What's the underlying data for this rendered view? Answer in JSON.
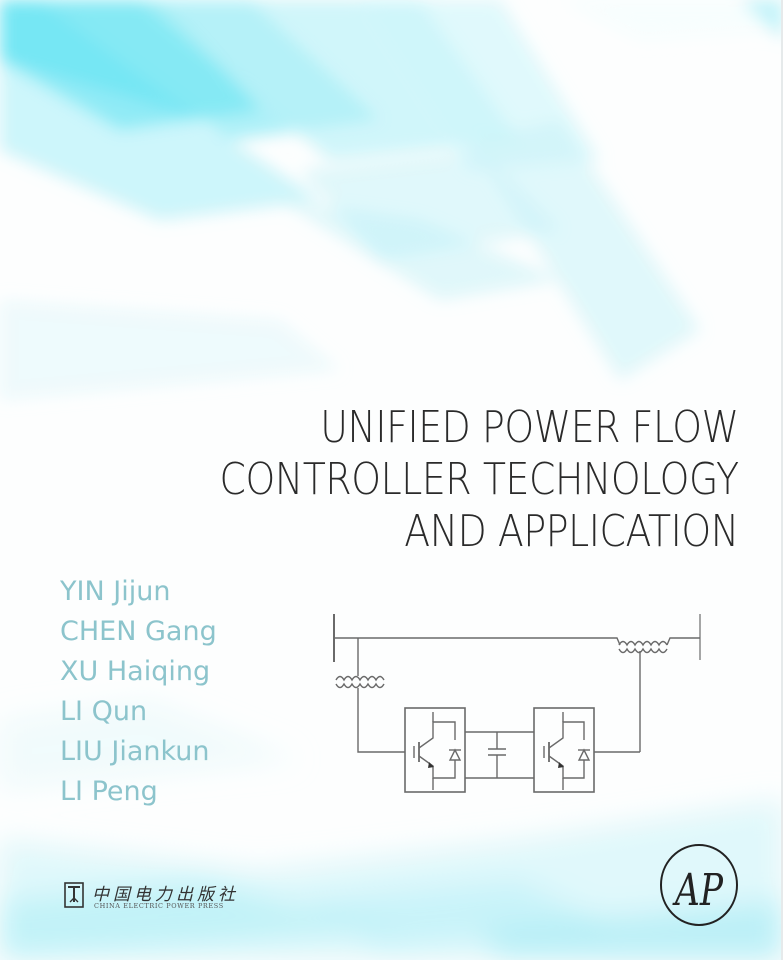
{
  "cover": {
    "title_lines": [
      "UNIFIED POWER FLOW",
      "CONTROLLER TECHNOLOGY",
      "AND APPLICATION"
    ],
    "authors": [
      "YIN Jijun",
      "CHEN Gang",
      "XU Haiqing",
      "LI Qun",
      "LIU Jiankun",
      "LI Peng"
    ],
    "publisher": {
      "name_cn": "中国电力出版社",
      "name_en": "CHINA ELECTRIC POWER PRESS"
    },
    "imprint_logo": {
      "letters": "AP"
    },
    "colors": {
      "background_accent": "#5fe0f0",
      "title_text": "#2a2a2a",
      "author_text": "#8cc4cc",
      "diagram_line": "#666666"
    }
  },
  "diagram": {
    "description": "UPFC circuit schematic: series and shunt transformers with two back-to-back converters joined by a DC capacitor"
  }
}
